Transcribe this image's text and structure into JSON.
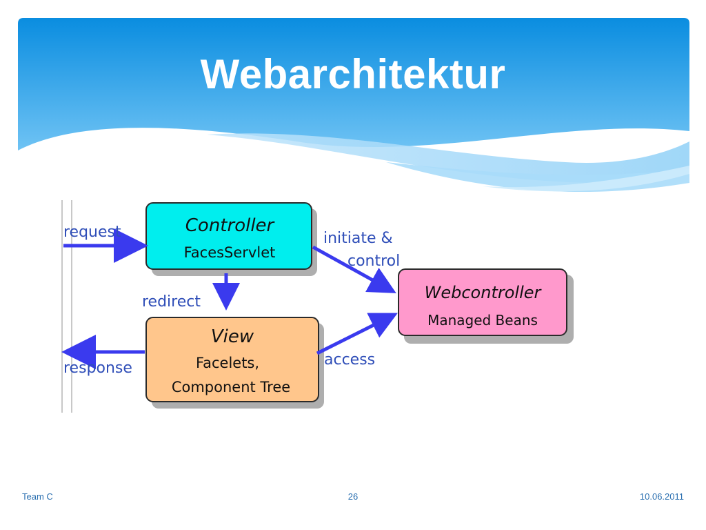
{
  "slide": {
    "title": "Webarchitektur"
  },
  "diagram": {
    "nodes": {
      "controller": {
        "title": "Controller",
        "subtitle": "FacesServlet",
        "fill": "#00eeee"
      },
      "view": {
        "title": "View",
        "subtitle_line1": "Facelets,",
        "subtitle_line2": "Component Tree",
        "fill": "#ffc68c"
      },
      "webcontroller": {
        "title": "Webcontroller",
        "subtitle": "Managed Beans",
        "fill": "#ff99cc"
      }
    },
    "edges": {
      "request": "request",
      "response": "response",
      "redirect": "redirect",
      "initiate_line1": "initiate &",
      "initiate_line2": "control",
      "access": "access"
    },
    "colors": {
      "arrow": "#3a3aee",
      "label": "#2f4eb8",
      "header_top": "#0b8fe0",
      "header_bottom": "#7cc8f5"
    }
  },
  "footer": {
    "left": "Team C",
    "page_number": "26",
    "date": "10.06.2011"
  }
}
